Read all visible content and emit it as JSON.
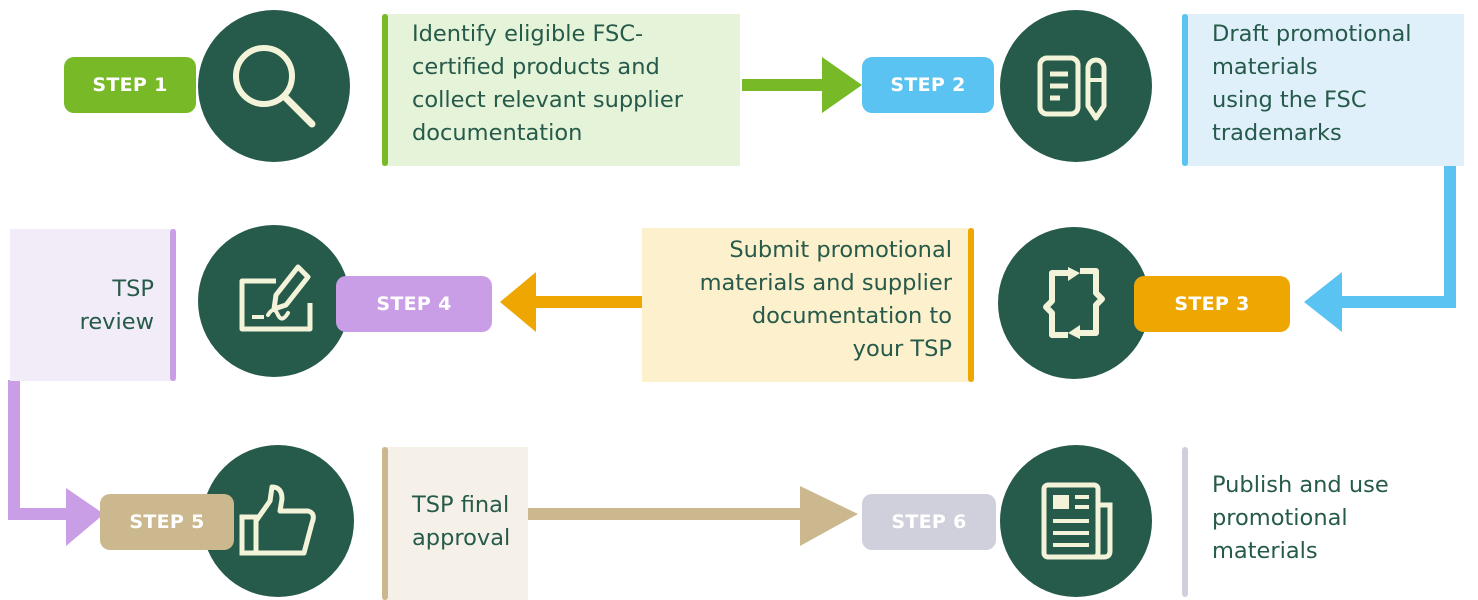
{
  "colors": {
    "circle": "#265a4a",
    "text": "#265a4a",
    "step1": "#78b928",
    "step2": "#5bc3f2",
    "step3": "#eea600",
    "step4": "#c99ee6",
    "step5": "#cbb88f",
    "step6": "#d0d0dc"
  },
  "steps": [
    {
      "label": "STEP 1",
      "icon": "magnifier-icon",
      "text": "Identify eligible FSC-\ncertified products and\ncollect relevant supplier\ndocumentation"
    },
    {
      "label": "STEP 2",
      "icon": "document-pen-icon",
      "text": "Draft promotional\nmaterials\nusing the FSC\ntrademarks"
    },
    {
      "label": "STEP 3",
      "icon": "swap-arrows-icon",
      "text": "Submit promotional\nmaterials and supplier\ndocumentation to\nyour TSP"
    },
    {
      "label": "STEP 4",
      "icon": "signature-icon",
      "text": "TSP\nreview"
    },
    {
      "label": "STEP 5",
      "icon": "thumbs-up-icon",
      "text": "TSP final\napproval"
    },
    {
      "label": "STEP 6",
      "icon": "newspaper-icon",
      "text": "Publish and use\npromotional\nmaterials"
    }
  ]
}
